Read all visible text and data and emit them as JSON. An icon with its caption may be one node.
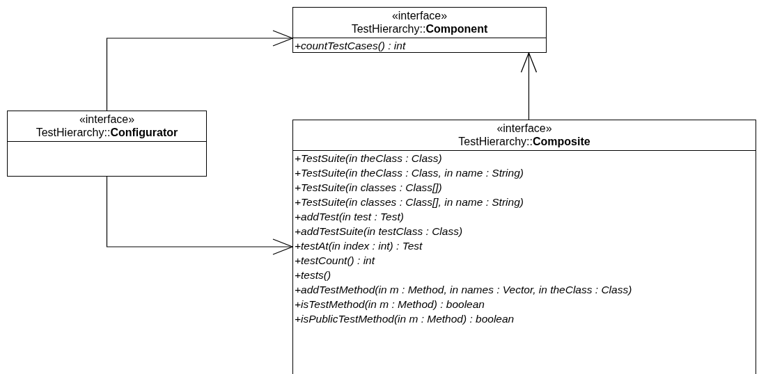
{
  "diagram": {
    "nodes": [
      {
        "text": [
          "«interface»",
          "TestHierarchy::**Component**",
          "+countTestCases() : int"
        ]
      },
      {
        "text": [
          "«interface»",
          "TestHierarchy::**Configurator**"
        ]
      },
      {
        "text": [
          "«interface»",
          "TestHierarchy::**Composite**",
          "+TestSuite(in theClass : Class)",
          "+TestSuite(in theClass : Class, in name : String)",
          "+TestSuite(in classes : Class[])",
          "+TestSuite(in classes : Class[], in name : String)",
          "+addTest(in test : Test)",
          "+addTestSuite(in testClass : Class)",
          "+testAt(in index : int) : Test",
          "+testCount() : int",
          "+tests()",
          "+addTestMethod(in m : Method, in names : Vector, in theClass : Class)",
          "+isTestMethod(in m : Method) : boolean",
          "+isPublicTestMethod(in m : Method) : boolean"
        ]
      }
    ],
    "edges": [
      {
        "from": 1,
        "to": 0,
        "arrow": "to"
      },
      {
        "from": 1,
        "to": 2,
        "arrow": "to"
      },
      {
        "from": 2,
        "to": 0,
        "arrow": "to"
      }
    ]
  }
}
